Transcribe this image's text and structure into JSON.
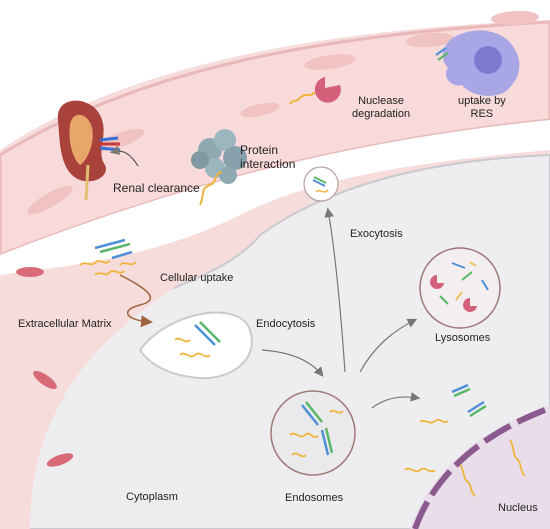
{
  "labels": {
    "renal_clearance": "Renal clearance",
    "protein_line1": "Protein",
    "protein_line2": "interaction",
    "nuclease_line1": "Nuclease",
    "nuclease_line2": "degradation",
    "res_line1": "uptake by",
    "res_line2": "RES",
    "exocytosis": "Exocytosis",
    "cellular_uptake": "Cellular uptake",
    "extracellular_matrix": "Extracellular Matrix",
    "endocytosis": "Endocytosis",
    "lysosomes": "Lysosomes",
    "endosomes": "Endosomes",
    "cytoplasm": "Cytoplasm",
    "nucleus": "Nucleus"
  },
  "colors": {
    "vessel_fill": "#f7dcdc",
    "vessel_edge": "#e9b9b9",
    "blood_cell": "#d96b78",
    "cell_fill": "#eeeef0",
    "cell_edge": "#c9c9cf",
    "nucleus_fill": "#e9dde9",
    "nucleus_edge": "#8a5a8f",
    "oligo_yellow": "#f0b43c",
    "oligo_green": "#5bb66a",
    "oligo_blue": "#4f8fd6",
    "enzyme_pink": "#d45f78",
    "macrophage": "#a9a6e6",
    "protein_gray": "#8fa9b3"
  }
}
